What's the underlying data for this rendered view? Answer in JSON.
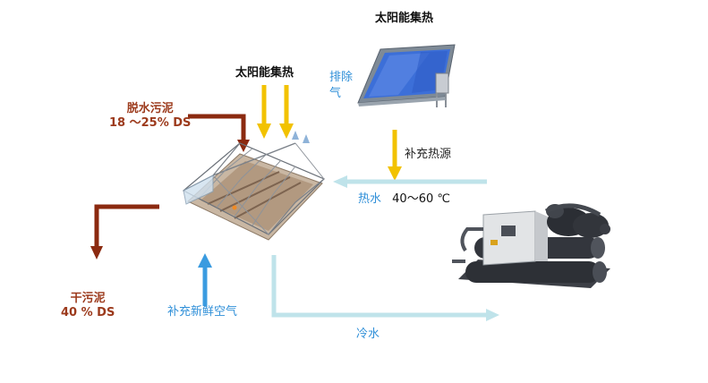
{
  "labels": {
    "solar_collector_top": "太阳能集热",
    "solar_heat_input": "太阳能集热",
    "exhaust_line1": "排除",
    "exhaust_line2": "气",
    "wet_sludge_line1": "脱水污泥",
    "wet_sludge_line2": "18 ～25% DS",
    "supplement_heat_source": "补充热源",
    "hot_water_name": "热水",
    "hot_water_temp": "40～60 ℃",
    "dry_sludge_line1": "干污泥",
    "dry_sludge_line2": "40 % DS",
    "fresh_air": "补充新鲜空气",
    "cold_water": "冷水"
  },
  "colors": {
    "sludge_arrow": "#8b2a10",
    "solar_arrow": "#f2c200",
    "fresh_air_arrow": "#3a9be0",
    "water_flow_arrow": "#bfe3ea",
    "collector_blue": "#3c6fd8"
  },
  "icons": [
    "solar-collector-panel",
    "greenhouse-dryer",
    "heat-pump-unit"
  ]
}
